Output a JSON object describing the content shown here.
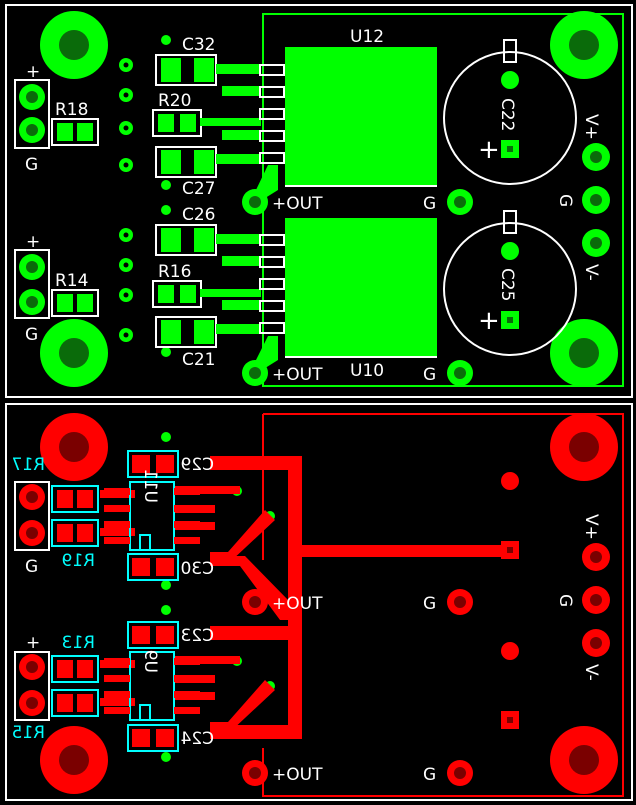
{
  "top": {
    "chip_labels": [
      "U12",
      "U10"
    ],
    "cap_labels": [
      "C32",
      "C27",
      "C26",
      "C21"
    ],
    "res_labels": [
      "R20",
      "R16"
    ],
    "conn_res_labels": [
      "R18",
      "R14"
    ],
    "elec_caps": [
      "C22",
      "C25"
    ],
    "out_label": "+OUT",
    "gnd_label": "G",
    "plus_label": "+",
    "vplus_label": "V+",
    "vminus_label": "V-",
    "polarity_plus": "+"
  },
  "bottom": {
    "chip_labels": [
      "U11",
      "U9"
    ],
    "cap_labels": [
      "C29",
      "C30",
      "C23",
      "C24"
    ],
    "res_labels": [
      "R17",
      "R19",
      "R13",
      "R15"
    ],
    "out_label": "+OUT",
    "gnd_label": "G",
    "plus_label": "+",
    "vplus_label": "V+",
    "vminus_label": "V-"
  },
  "colors": {
    "background": "#000000",
    "top_copper": "#00ff00",
    "bottom_copper": "#ff0000",
    "silkscreen_top": "#ffffff",
    "silkscreen_bottom": "#00ffff"
  }
}
